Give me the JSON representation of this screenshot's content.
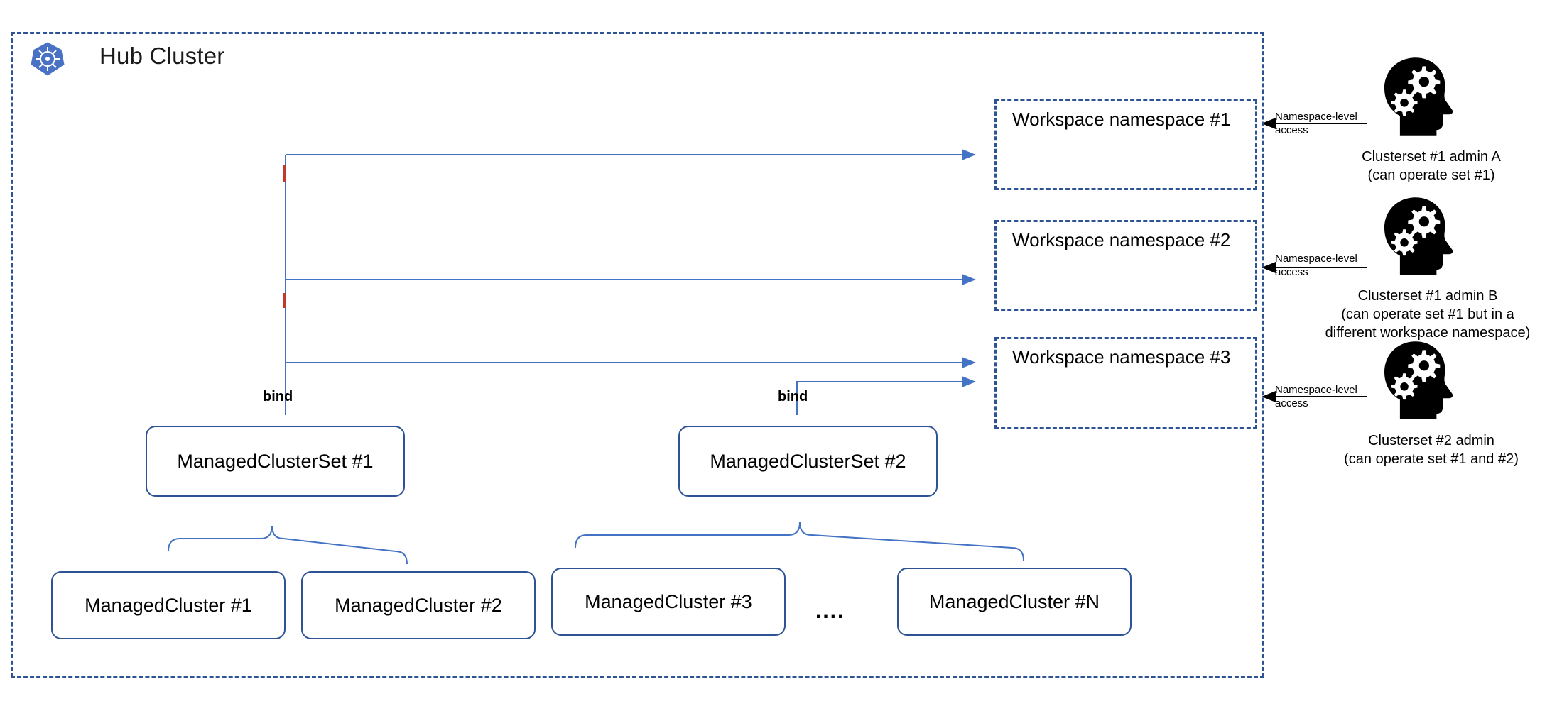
{
  "diagram": {
    "title": "Open Cluster Management clusterset RBAC topology",
    "hub": {
      "label": "Hub Cluster",
      "logo_icon": "kubernetes-logo-icon",
      "border_color": "#2e5395"
    },
    "namespaces": [
      {
        "id": "ns1",
        "label": "Workspace namespace #1"
      },
      {
        "id": "ns2",
        "label": "Workspace namespace #2"
      },
      {
        "id": "ns3",
        "label": "Workspace namespace #3"
      }
    ],
    "cluster_sets": [
      {
        "id": "mcs1",
        "label": "ManagedClusterSet #1"
      },
      {
        "id": "mcs2",
        "label": "ManagedClusterSet #2"
      }
    ],
    "managed_clusters": [
      {
        "id": "mc1",
        "label": "ManagedCluster #1"
      },
      {
        "id": "mc2",
        "label": "ManagedCluster #2"
      },
      {
        "id": "mc3",
        "label": "ManagedCluster #3"
      },
      {
        "id": "mcN",
        "label": "ManagedCluster #N"
      }
    ],
    "ellipsis": "....",
    "bind_labels": [
      {
        "id": "bind1",
        "label": "bind"
      },
      {
        "id": "bind2",
        "label": "bind"
      }
    ],
    "access_labels": [
      {
        "id": "acc1",
        "label": "Namespace-level access"
      },
      {
        "id": "acc2",
        "label": "Namespace-level access"
      },
      {
        "id": "acc3",
        "label": "Namespace-level access"
      }
    ],
    "personas": [
      {
        "id": "persona1",
        "icon": "head-with-gears-icon",
        "line1": "Clusterset #1 admin A",
        "line2": "(can operate set #1)",
        "line3": ""
      },
      {
        "id": "persona2",
        "icon": "head-with-gears-icon",
        "line1": "Clusterset #1 admin B",
        "line2": "(can operate set #1 but in a",
        "line3": "different workspace namespace)"
      },
      {
        "id": "persona3",
        "icon": "head-with-gears-icon",
        "line1": "Clusterset #2 admin",
        "line2": "(can operate set #1 and #2)",
        "line3": ""
      }
    ],
    "colors": {
      "blue_border": "#2e5395",
      "arrow_blue": "#4472c4",
      "arrow_black": "#000000",
      "accent_red": "#c0392b",
      "k8s_blue": "#4a72c4"
    }
  }
}
